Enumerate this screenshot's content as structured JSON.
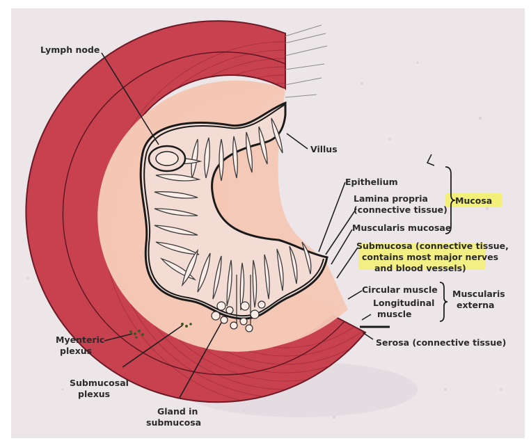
{
  "labels": {
    "lymph_node": "Lymph node",
    "villus": "Villus",
    "epithelium": "Epithelium",
    "lamina_propria_1": "Lamina propria",
    "lamina_propria_2": "(connective tissue)",
    "mucosa": "Mucosa",
    "muscularis_mucosae": "Muscularis mucosae",
    "submucosa_1": "Submucosa (connective tissue,",
    "submucosa_2": "contains most major nerves",
    "submucosa_3": "and blood vessels)",
    "circular_muscle": "Circular muscle",
    "longitudinal_muscle_1": "Longitudinal",
    "longitudinal_muscle_2": "muscle",
    "muscularis_externa_1": "Muscularis",
    "muscularis_externa_2": "externa",
    "serosa": "Serosa (connective tissue)",
    "myenteric_plexus_1": "Myenteric",
    "myenteric_plexus_2": "plexus",
    "submucosal_plexus_1": "Submucosal",
    "submucosal_plexus_2": "plexus",
    "gland_1": "Gland in",
    "gland_2": "submucosa"
  },
  "colors": {
    "background": "#ece6e9",
    "muscle_outer": "#c8414f",
    "muscle_line": "#8e2434",
    "submucosa_fill": "#f4c7b5",
    "mucosa_fill": "#f2dcd4",
    "highlight": "#f3f07a"
  }
}
